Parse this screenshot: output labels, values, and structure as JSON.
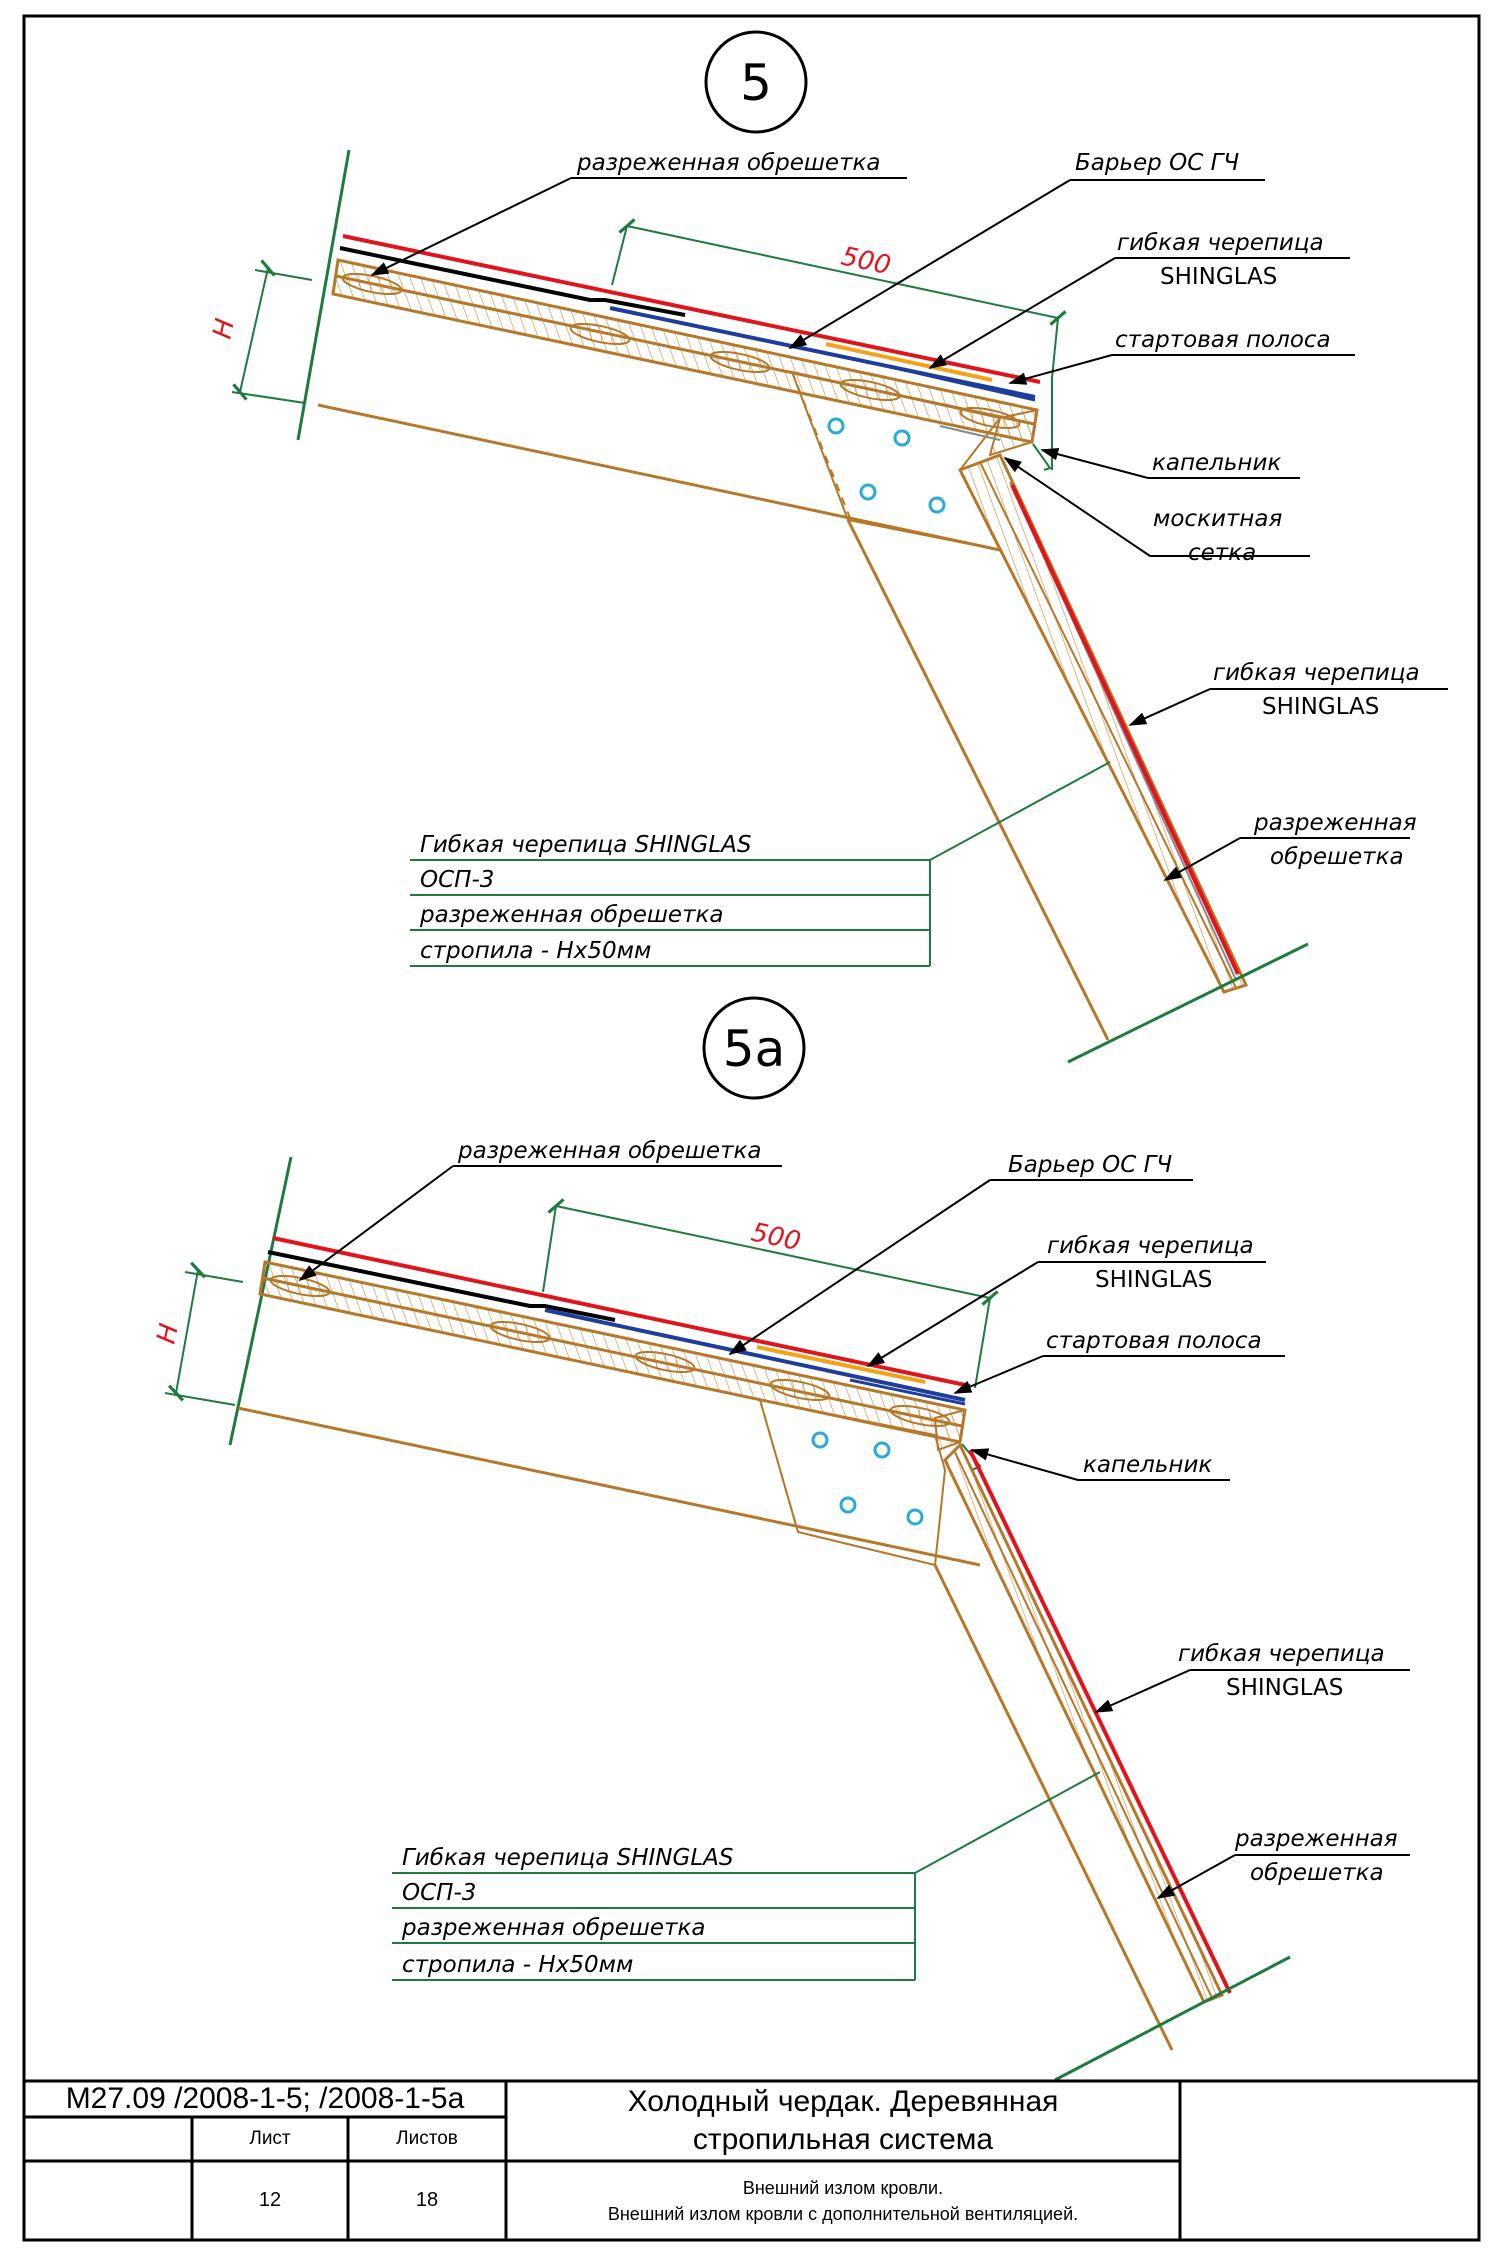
{
  "colors": {
    "frame": "#000000",
    "wood": "#b5782a",
    "wood_hatch": "#c58a3c",
    "red_layer": "#e0141c",
    "blue_layer": "#1f3d9a",
    "orange_layer": "#f3a21b",
    "green_line": "#1f7a3f",
    "leader": "#000000",
    "vent_hole": "#29a9d6"
  },
  "detail_5": {
    "number": "5",
    "dimension_500": "500",
    "dimension_h": "H",
    "labels": {
      "sparse_battens": "разреженная обрешетка",
      "barrier": "Барьер ОС ГЧ",
      "shingles_1": "гибкая черепица",
      "shingles_2": "SHINGLAS",
      "starter_strip": "стартовая полоса",
      "drip_edge": "капельник",
      "mosquito_net_1": "москитная",
      "mosquito_net_2": "сетка",
      "wall_shingles_1": "гибкая черепица",
      "wall_shingles_2": "SHINGLAS",
      "wall_battens_1": "разреженная",
      "wall_battens_2": "обрешетка"
    },
    "layers": [
      "Гибкая черепица SHINGLAS",
      "ОСП-3",
      "разреженная обрешетка",
      "стропила - Hx50мм"
    ]
  },
  "detail_5a": {
    "number": "5а",
    "dimension_500": "500",
    "dimension_h": "H",
    "labels": {
      "sparse_battens": "разреженная обрешетка",
      "barrier": "Барьер ОС ГЧ",
      "shingles_1": "гибкая черепица",
      "shingles_2": "SHINGLAS",
      "starter_strip": "стартовая полоса",
      "drip_edge": "капельник",
      "wall_shingles_1": "гибкая черепица",
      "wall_shingles_2": "SHINGLAS",
      "wall_battens_1": "разреженная",
      "wall_battens_2": "обрешетка"
    },
    "layers": [
      "Гибкая черепица SHINGLAS",
      "ОСП-3",
      "разреженная обрешетка",
      "стропила - Hx50мм"
    ]
  },
  "title_block": {
    "code": "М27.09 /2008-1-5; /2008-1-5а",
    "title": "Холодный чердак. Деревянная\nстропильная система",
    "sheet_label": "Лист",
    "sheets_label": "Листов",
    "sheet": "12",
    "sheets": "18",
    "description": "Внешний излом кровли.\nВнешний излом кровли с дополнительной вентиляцией."
  }
}
